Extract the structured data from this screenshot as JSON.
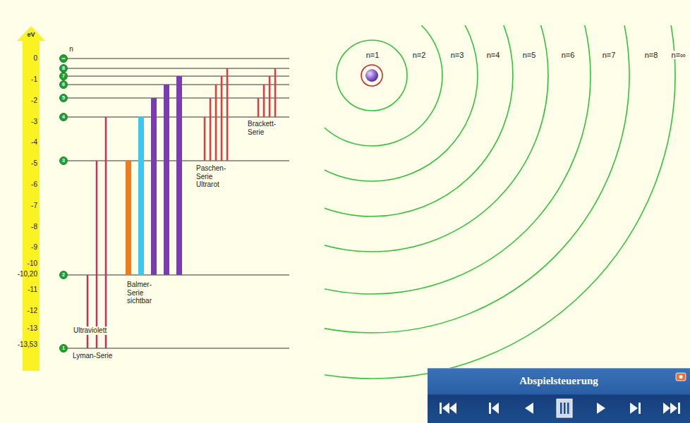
{
  "diagram": {
    "nodes": [
      {
        "text": [
          "Abspielsteuerung"
        ]
      }
    ],
    "labels": [
      "eV",
      "0",
      "-1",
      "-2",
      "-3",
      "-4",
      "-5",
      "-6",
      "-7",
      "-8",
      "-9",
      "-10",
      "-10,20",
      "-11",
      "-12",
      "-13",
      "-13,53",
      "n",
      "∞",
      "8",
      "7",
      "6",
      "5",
      "4",
      "3",
      "2",
      "1",
      "Ultraviolett",
      "Lyman-Serie",
      "Balmer- Serie sichtbar",
      "Paschen- Serie Ultrarot",
      "Brackett- Serie",
      "n=1",
      "n=2",
      "n=3",
      "n=4",
      "n=5",
      "n=6",
      "n=7",
      "n=8",
      "n=∞"
    ]
  }
}
